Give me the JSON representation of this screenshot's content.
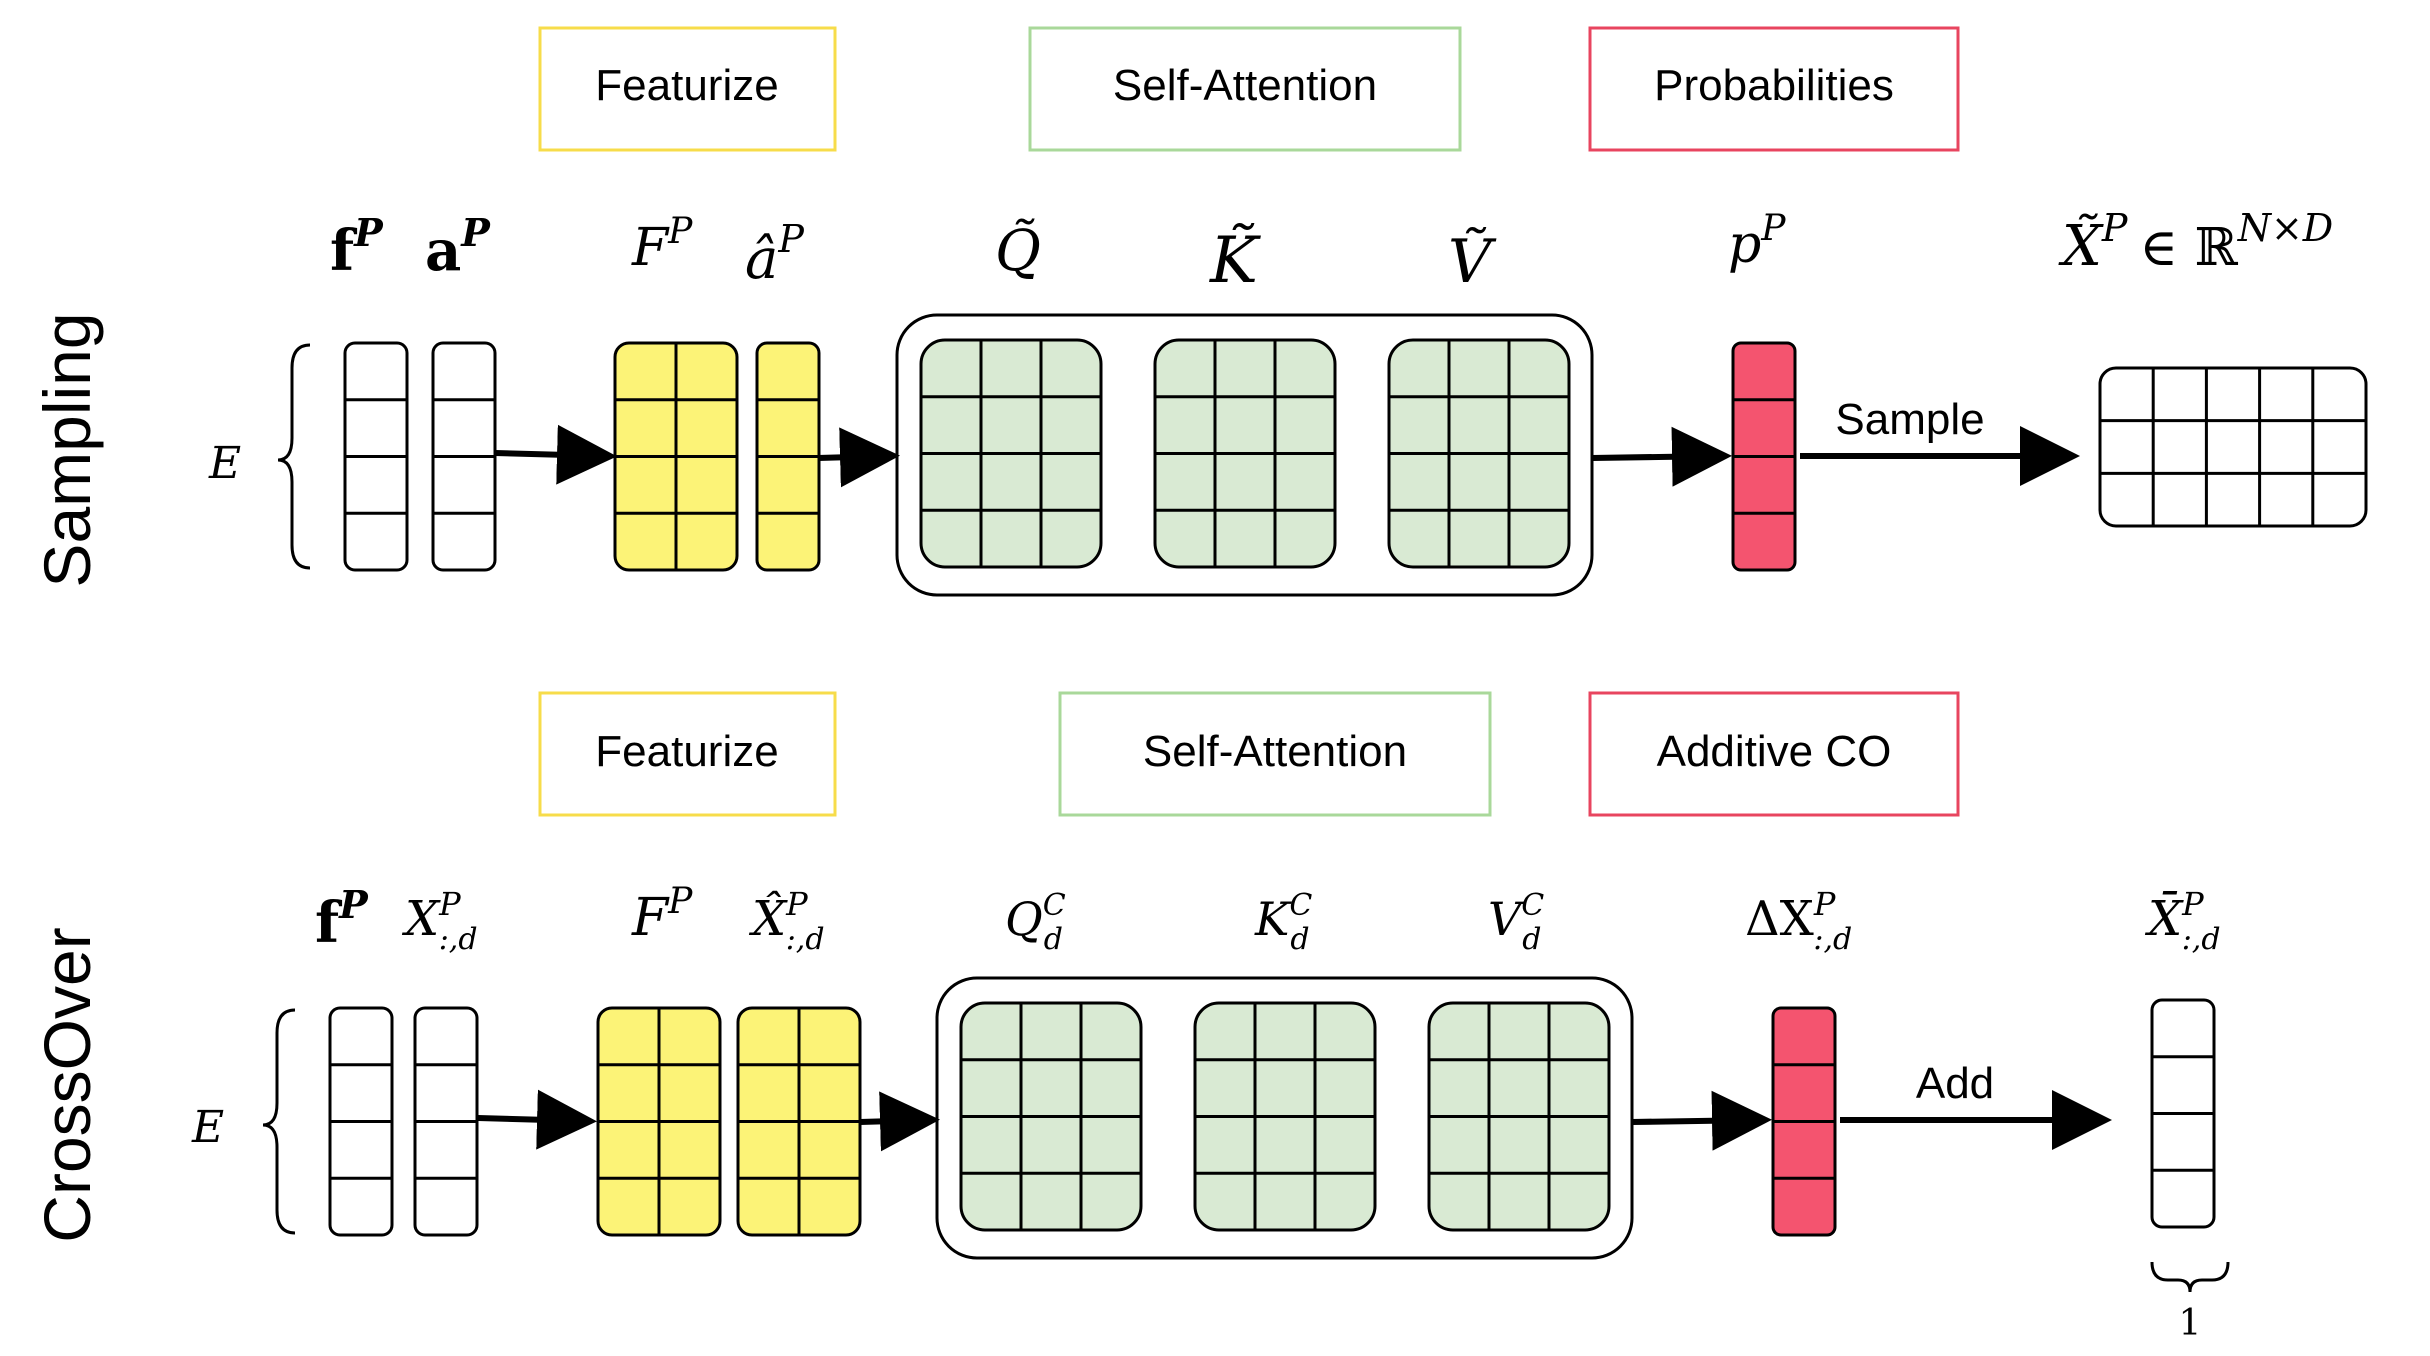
{
  "diagram": {
    "rows": [
      {
        "label": "Sampling",
        "stage_labels": [
          "Featurize",
          "Self-Attention",
          "Probabilities"
        ],
        "brace_label": "E",
        "edge_label": "Sample",
        "symbols": {
          "f": "f",
          "f_sup": "P",
          "a": "a",
          "a_sup": "P",
          "F": "F",
          "F_sup": "P",
          "ahat": "â",
          "ahat_sup": "P",
          "Q": "Q̃",
          "K": "K̃",
          "V": "Ṽ",
          "p": "p",
          "p_sup": "P",
          "X": "X̃",
          "X_sup": "P",
          "X_rest": "∈ ℝ",
          "X_rest_sup": "N×D"
        }
      },
      {
        "label": "CrossOver",
        "stage_labels": [
          "Featurize",
          "Self-Attention",
          "Additive CO"
        ],
        "brace_label": "E",
        "edge_label": "Add",
        "bottom_label": "1",
        "symbols": {
          "f": "f",
          "f_sup": "P",
          "x": "X",
          "x_sup": "P",
          "x_sub": ":,d",
          "F": "F",
          "F_sup": "P",
          "xhat": "X̂",
          "xhat_sup": "P",
          "xhat_sub": ":,d",
          "Q": "Q",
          "Q_sup": "C",
          "Q_sub": "d",
          "K": "K",
          "K_sup": "C",
          "K_sub": "d",
          "V": "V",
          "V_sup": "C",
          "V_sub": "d",
          "dX": "ΔX",
          "dX_sup": "P",
          "dX_sub": ":,d",
          "Xbar": "X̄",
          "Xbar_sup": "P",
          "Xbar_sub": ":,d"
        }
      }
    ],
    "colors": {
      "featurize": "#f7dc4a",
      "self_attention": "#a9d89a",
      "probabilities": "#e8455f",
      "yellow_fill": "#fcf377",
      "green_fill": "#d9ead3",
      "red_fill": "#f4546f"
    }
  }
}
